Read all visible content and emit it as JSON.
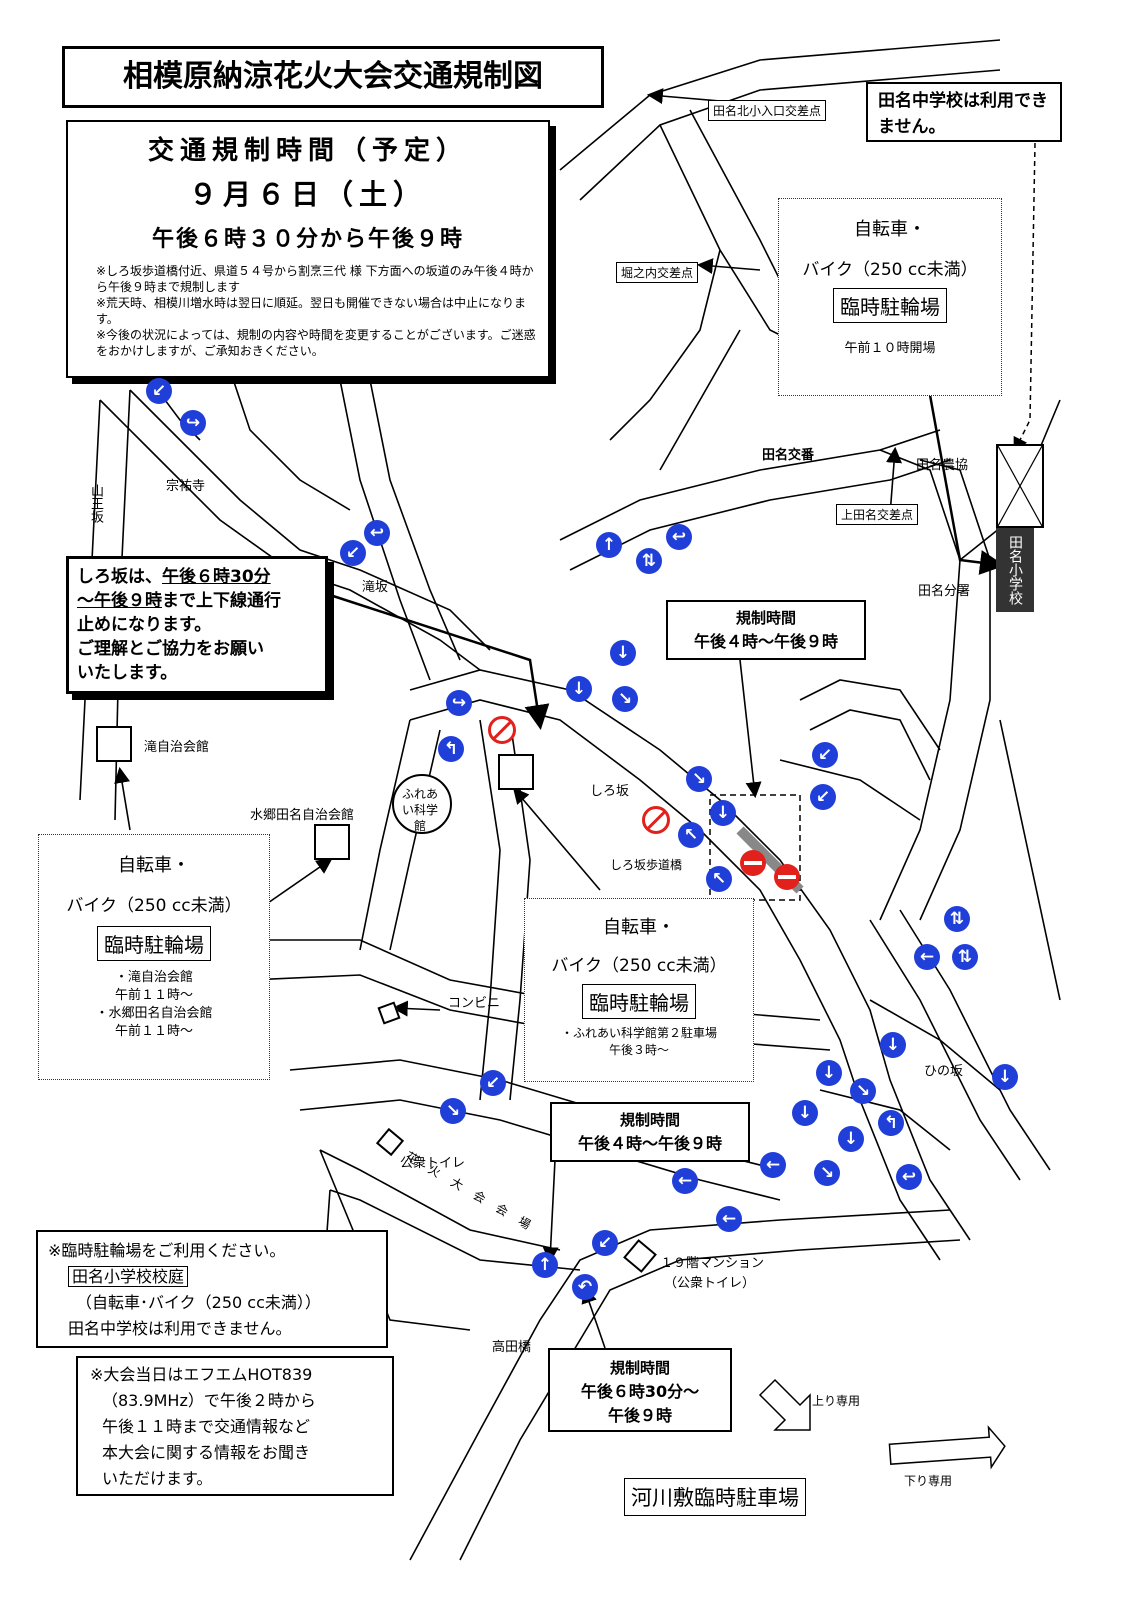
{
  "title": "相模原納涼花火大会交通規制図",
  "schedule": {
    "heading": "交通規制時間（予定）",
    "date": "９月６日（土）",
    "time": "午後６時３０分から午後９時",
    "notes": [
      "※しろ坂歩道橋付近、県道５４号から割烹三代 様 下方面への坂道のみ午後４時から午後９時まで規制します",
      "※荒天時、相模川増水時は翌日に順延。翌日も開催できない場合は中止になります。",
      "※今後の状況によっては、規制の内容や時間を変更することがございます。ご迷惑をおかけしますが、ご承知おきください。"
    ]
  },
  "junior_high_notice": "田名中学校は利用できません。",
  "parking_tanasho": {
    "line1": "自転車・",
    "line2": "バイク（250 cc未満）",
    "heading": "臨時駐輪場",
    "detail": "午前１０時開場"
  },
  "parking_west": {
    "line1": "自転車・",
    "line2": "バイク（250 cc未満）",
    "heading": "臨時駐輪場",
    "details": [
      "・滝自治会館",
      "午前１１時～",
      "・水郷田名自治会館",
      "午前１１時～"
    ]
  },
  "parking_fureai": {
    "line1": "自転車・",
    "line2": "バイク（250 cc未満）",
    "heading": "臨時駐輪場",
    "details": [
      "・ふれあい科学館第２駐車場",
      "午後３時～"
    ]
  },
  "shirozaka_notice": {
    "before": "しろ坂は、",
    "time1": "午後６時30分",
    "time2": "～午後９時",
    "rest": [
      "まで上下線通行",
      "止めになります。",
      "ご理解とご協力をお願い",
      "いたします。"
    ]
  },
  "regulation_1": {
    "heading": "規制時間",
    "time": "午後４時～午後９時"
  },
  "regulation_2": {
    "heading": "規制時間",
    "time": "午後４時～午後９時"
  },
  "regulation_3": {
    "heading": "規制時間",
    "time1": "午後６時30分～",
    "time2": "午後９時"
  },
  "bottom_notice": {
    "line1": "※臨時駐輪場をご利用ください。",
    "line2": "田名小学校校庭",
    "line3": "（自転車･バイク（250 cc未満））",
    "line4": "田名中学校は利用できません。"
  },
  "radio_notice": [
    "※大会当日はエフエムHOT839",
    "（83.9MHz）で午後２時から",
    "午後１１時まで交通情報など",
    "本大会に関する情報をお聞き",
    "いただけます。"
  ],
  "labels": {
    "tanakita": "田名北小入口交差点",
    "horinouchi": "堀之内交差点",
    "kamitana": "上田名交差点",
    "tana_koban": "田名交番",
    "tana_noukyou": "田名農協",
    "tana_bunsho": "田名分署",
    "tana_elementary": "田名小学校",
    "soyuji": "宗祐寺",
    "sannozaka": "山王坂",
    "takizaka": "滝坂",
    "taki_hall": "滝自治会館",
    "suigo_hall": "水郷田名自治会館",
    "fureai": "ふれあい科学館",
    "shirozaka": "しろ坂",
    "shirozaka_bridge": "しろ坂歩道橋",
    "konbini": "コンビニ",
    "toilet": "公衆トイレ",
    "hinosaka": "ひの坂",
    "venue": "花火大会会場",
    "mansion": "１９階マンション",
    "mansion_toilet": "（公衆トイレ）",
    "takadabashi": "高田橋",
    "up_only": "上り専用",
    "down_only": "下り専用",
    "riverbed_parking": "河川敷臨時駐車場"
  },
  "colors": {
    "sign_blue": "#1f3fd8",
    "sign_red": "#e2211c"
  }
}
